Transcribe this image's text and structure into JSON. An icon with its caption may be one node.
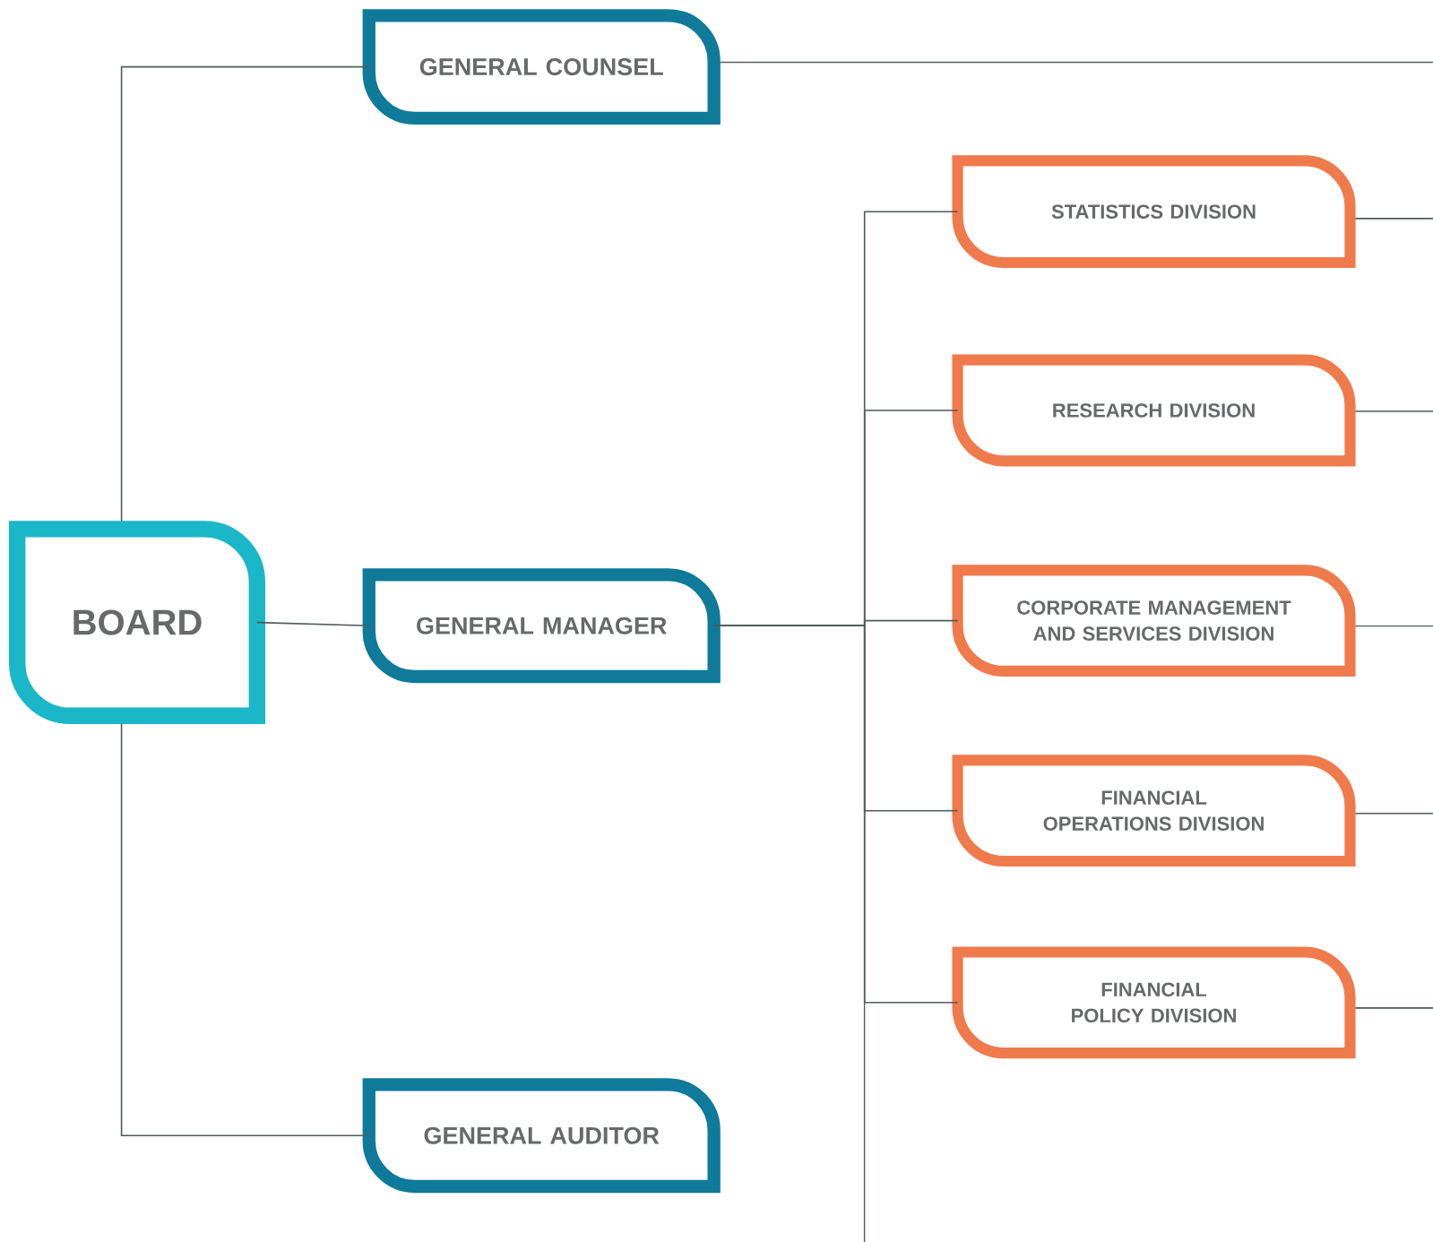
{
  "diagram": {
    "nodes": [
      {
        "text": [
          "BOARD"
        ]
      },
      {
        "text": [
          "GENERAL COUNSEL"
        ]
      },
      {
        "text": [
          "GENERAL MANAGER"
        ]
      },
      {
        "text": [
          "GENERAL AUDITOR"
        ]
      },
      {
        "text": [
          "STATISTICS DIVISION"
        ]
      },
      {
        "text": [
          "RESEARCH DIVISION"
        ]
      },
      {
        "text": [
          "CORPORATE MANAGEMENT AND SERVICES DIVISION"
        ]
      },
      {
        "text": [
          "FINANCIAL OPERATIONS DIVISION"
        ]
      },
      {
        "text": [
          "FINANCIAL POLICY DIVISION"
        ]
      }
    ],
    "edges": [
      {
        "from": 0,
        "to": 1,
        "arrow": "none"
      },
      {
        "from": 0,
        "to": 2,
        "arrow": "none"
      },
      {
        "from": 0,
        "to": 3,
        "arrow": "none"
      },
      {
        "from": 2,
        "to": 4,
        "arrow": "none"
      },
      {
        "from": 2,
        "to": 5,
        "arrow": "none"
      },
      {
        "from": 2,
        "to": 6,
        "arrow": "none"
      },
      {
        "from": 2,
        "to": 7,
        "arrow": "none"
      },
      {
        "from": 2,
        "to": 8,
        "arrow": "none"
      },
      {
        "from": 2,
        "to": null,
        "arrow": "none"
      },
      {
        "from": 1,
        "to": null,
        "arrow": "none"
      },
      {
        "from": 4,
        "to": null,
        "arrow": "none"
      },
      {
        "from": 5,
        "to": null,
        "arrow": "none"
      },
      {
        "from": 6,
        "to": null,
        "arrow": "none"
      },
      {
        "from": 7,
        "to": null,
        "arrow": "none"
      },
      {
        "from": 8,
        "to": null,
        "arrow": "none"
      }
    ]
  }
}
